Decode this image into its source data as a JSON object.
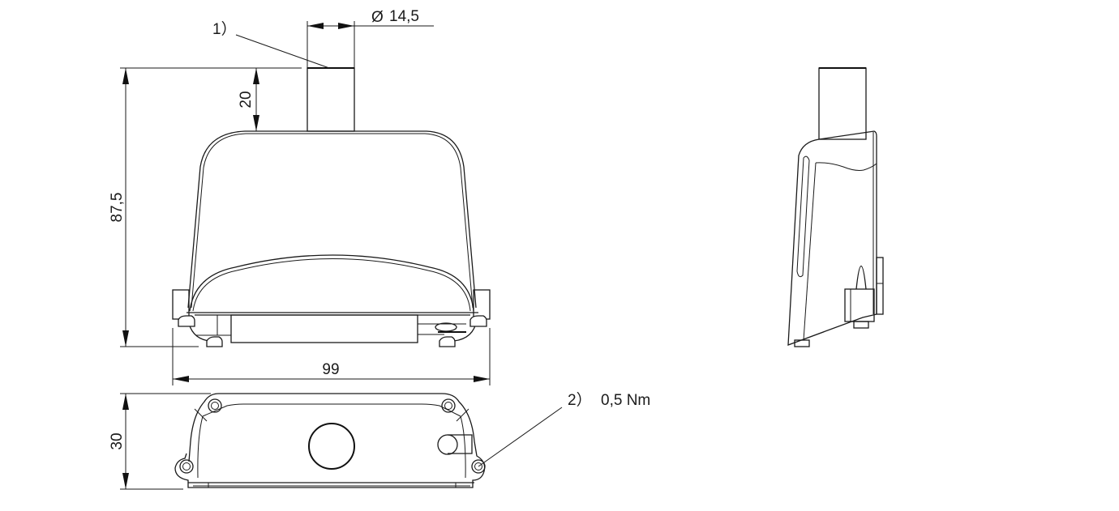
{
  "drawing": {
    "type": "technical-dimension-drawing",
    "views": [
      "front-view",
      "side-view",
      "bottom-view"
    ],
    "units": "mm",
    "line_color": "#1a1a1a",
    "background": "#ffffff"
  },
  "dimensions": {
    "cable_diameter": "14,5",
    "diameter_symbol": "Ø",
    "cable_length": "20",
    "total_height": "87,5",
    "width": "99",
    "depth": "30"
  },
  "annotations": {
    "note1": "1）",
    "note2": "2）",
    "torque": "0,5 Nm"
  }
}
